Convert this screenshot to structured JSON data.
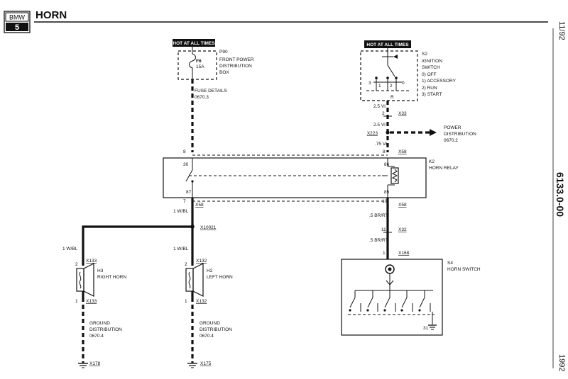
{
  "header": {
    "logo_top": "BMW",
    "logo_bottom": "5",
    "title": "HORN"
  },
  "side": {
    "date": "11/92",
    "page_number": "6133.0-00",
    "year": "1992"
  },
  "fuse": {
    "hot_label": "HOT AT ALL TIMES",
    "fuse_id": "F6",
    "fuse_rating": "15A",
    "component_id": "P90",
    "component_name_1": "FRONT POWER",
    "component_name_2": "DISTRIBUTION",
    "component_name_3": "BOX",
    "details_1": "FUSE DETAILS",
    "details_2": "0670.3"
  },
  "ignition": {
    "hot_label": "HOT AT ALL TIMES",
    "component_id": "S2",
    "name_1": "IGNITION",
    "name_2": "SWITCH",
    "pos_0": "0)  OFF",
    "pos_1": "1)  ACCESSORY",
    "pos_2": "2)  RUN",
    "pos_3": "3)  START",
    "term_3": "3",
    "term_1": "1",
    "term_2": "2",
    "term_0": "0",
    "term_r": "R"
  },
  "right_wire": {
    "gauge_1": "2.5 VI",
    "pin_1": "2",
    "conn_1": "X33",
    "gauge_2": "2.5 VI",
    "splice": "X223",
    "gauge_3": ".75 VI",
    "pin_3": "8",
    "conn_3": "X58",
    "power_1": "POWER",
    "power_2": "DISTRIBUTION",
    "power_3": "0670.2"
  },
  "relay": {
    "left_pin": "8",
    "left_conn": "X58",
    "term_30": "30",
    "term_87": "87",
    "term_86": "86",
    "term_85": "85",
    "component_id": "K2",
    "name": "HORN RELAY",
    "out_pin_left": "7",
    "out_conn_left": "X58",
    "out_pin_right": "10",
    "out_conn_right": "X58"
  },
  "left_branch": {
    "gauge": "1 W/BL",
    "splice": "X10021",
    "gauge_right_horn": "1 W/BL",
    "gauge_left_horn": "1 W/BL"
  },
  "right_horn": {
    "pin_top": "2",
    "conn_top": "X133",
    "component_id": "H3",
    "name": "RIGHT HORN",
    "pin_bottom": "1",
    "conn_bottom": "X133",
    "ground_1": "GROUND",
    "ground_2": "DISTRIBUTION",
    "ground_3": "0670.4",
    "ground_id": "X178"
  },
  "left_horn": {
    "pin_top": "2",
    "conn_top": "X132",
    "component_id": "H2",
    "name": "LEFT HORN",
    "pin_bottom": "1",
    "conn_bottom": "X132",
    "ground_1": "GROUND",
    "ground_2": "DISTRIBUTION",
    "ground_3": "0670.4",
    "ground_id": "X175"
  },
  "horn_switch_wire": {
    "gauge_1": ".5 BR/RT",
    "pin_1": "11",
    "conn_1": "X32",
    "gauge_2": ".5 BR/RT",
    "pin_2": "1",
    "conn_2": "X168"
  },
  "horn_switch": {
    "component_id": "S4",
    "name": "HORN SWITCH",
    "ground_pin": "31"
  }
}
